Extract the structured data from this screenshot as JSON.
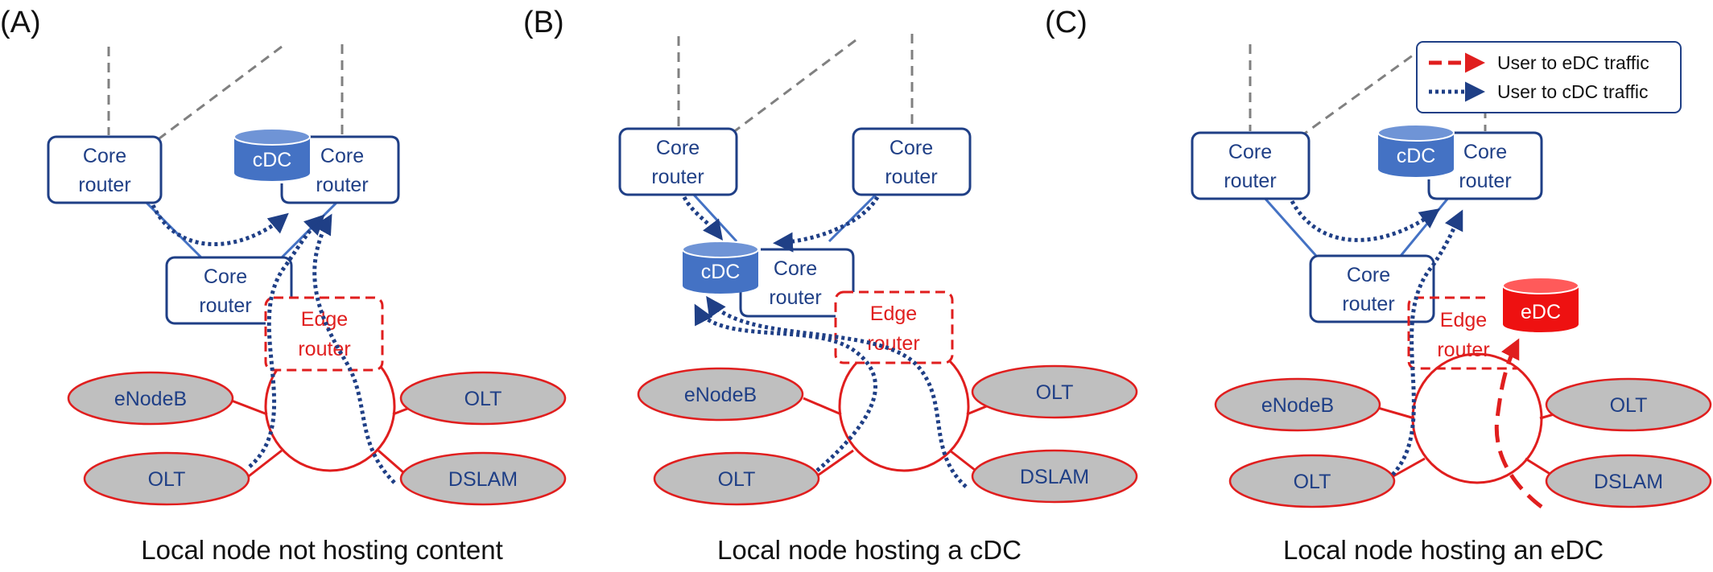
{
  "panels": [
    {
      "label": "(A)",
      "caption": "Local node not hosting content",
      "core_router_1": [
        "Core",
        "router"
      ],
      "core_router_2": [
        "Core",
        "router"
      ],
      "core_router_3": [
        "Core",
        "router"
      ],
      "cdc": "cDC",
      "edge_router": [
        "Edge",
        "router"
      ],
      "enodeb": "eNodeB",
      "olt_left": "OLT",
      "olt_right": "OLT",
      "dslam": "DSLAM"
    },
    {
      "label": "(B)",
      "caption": "Local node hosting a cDC",
      "core_router_1": [
        "Core",
        "router"
      ],
      "core_router_2": [
        "Core",
        "router"
      ],
      "core_router_3": [
        "Core",
        "router"
      ],
      "cdc": "cDC",
      "edge_router": [
        "Edge",
        "router"
      ],
      "enodeb": "eNodeB",
      "olt_left": "OLT",
      "olt_right": "OLT",
      "dslam": "DSLAM"
    },
    {
      "label": "(C)",
      "caption": "Local node hosting an eDC",
      "core_router_1": [
        "Core",
        "router"
      ],
      "core_router_2": [
        "Core",
        "router"
      ],
      "core_router_3": [
        "Core",
        "router"
      ],
      "cdc": "cDC",
      "edc": "eDC",
      "edge_router": [
        "Edge",
        "router"
      ],
      "enodeb": "eNodeB",
      "olt_left": "OLT",
      "olt_right": "OLT",
      "dslam": "DSLAM"
    }
  ],
  "legend": {
    "edc_traffic": "User to eDC traffic",
    "cdc_traffic": "User to cDC traffic"
  },
  "colors": {
    "core_blue": "#1f3f86",
    "cdc_blue": "#4472c4",
    "edge_red": "#e01e1e",
    "node_gray": "#bfbfbf",
    "uplink_gray": "#808080"
  }
}
